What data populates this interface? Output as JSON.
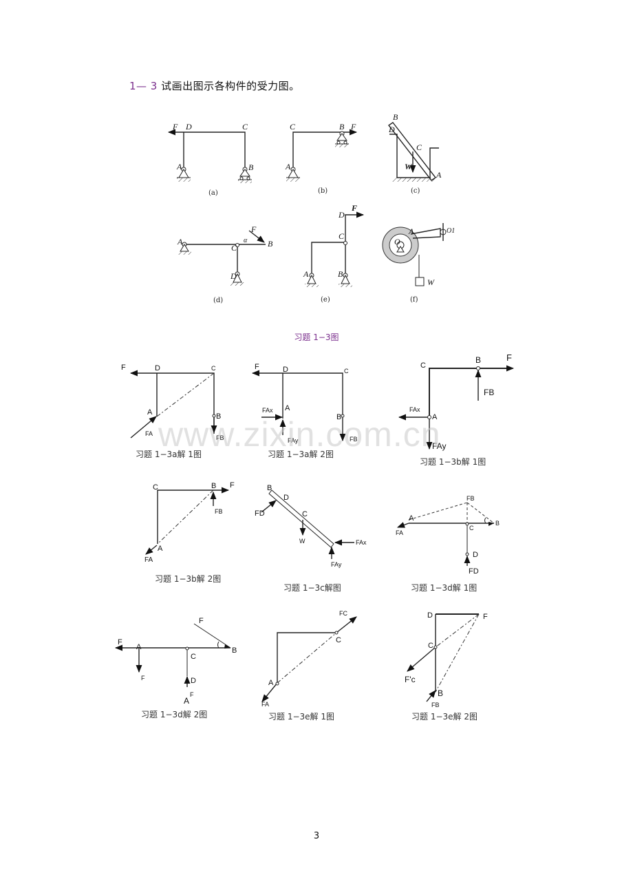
{
  "heading": {
    "num": "1—  3",
    "text": "试画出图示各构件的受力图。"
  },
  "problem_figures": {
    "a": {
      "caption": "(a)",
      "labels": [
        "F",
        "D",
        "C",
        "A",
        "B"
      ]
    },
    "b": {
      "caption": "(b)",
      "labels": [
        "C",
        "B",
        "F",
        "A"
      ]
    },
    "c": {
      "caption": "(c)",
      "labels": [
        "B",
        "D",
        "C",
        "W",
        "A"
      ]
    },
    "d": {
      "caption": "(d)",
      "labels": [
        "A",
        "C",
        "F",
        "α",
        "B",
        "D"
      ]
    },
    "e": {
      "caption": "(e)",
      "labels": [
        "D",
        "F",
        "C",
        "A",
        "B"
      ]
    },
    "f": {
      "caption": "(f)",
      "labels": [
        "A",
        "O",
        "O1",
        "W"
      ]
    }
  },
  "figure_caption": "习题  1−3图",
  "solutions": [
    {
      "caption": "习题  1−3a解    1图",
      "labels": [
        "F",
        "D",
        "C",
        "A",
        "FA",
        "B",
        "FB"
      ]
    },
    {
      "caption": "习题  1−3a解    2图",
      "labels": [
        "F",
        "D",
        "C",
        "FAx",
        "A",
        "FAy",
        "B",
        "FB"
      ]
    },
    {
      "caption": "习题  1−3b解    1图",
      "labels": [
        "C",
        "B",
        "F",
        "FB",
        "FAx",
        "A",
        "FAy"
      ]
    },
    {
      "caption": "习题  1−3b解    2图",
      "labels": [
        "C",
        "B",
        "F",
        "FB",
        "A",
        "FA"
      ]
    },
    {
      "caption": "习题  1−3c解图",
      "labels": [
        "B",
        "D",
        "FD",
        "C",
        "W",
        "FAx",
        "FAy"
      ]
    },
    {
      "caption": "习题  1−3d解    1图",
      "labels": [
        "FB",
        "A",
        "B",
        "FA",
        "C",
        "D",
        "FD"
      ]
    },
    {
      "caption": "习题  1−3d解    2图",
      "labels": [
        "F",
        "F",
        "A",
        "C",
        "B",
        "F",
        "D",
        "F",
        "A"
      ]
    },
    {
      "caption": "习题  1−3e解    1图",
      "labels": [
        "FC",
        "C",
        "A",
        "FA"
      ]
    },
    {
      "caption": "习题  1−3e解    2图",
      "labels": [
        "D",
        "F",
        "C",
        "F'c",
        "B",
        "FB"
      ]
    }
  ],
  "watermark": "www.zixin.com.cn",
  "page_number": "3",
  "colors": {
    "accent": "#7a2d8c",
    "ink": "#222222"
  }
}
